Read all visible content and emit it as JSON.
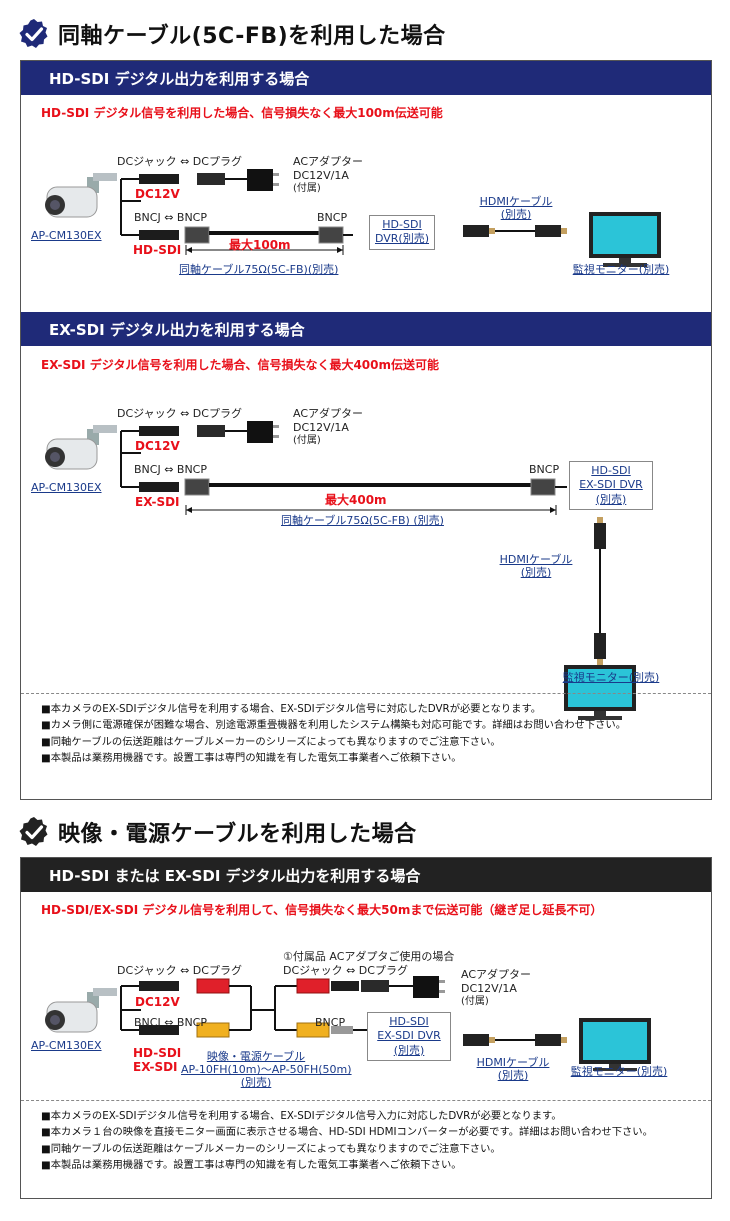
{
  "section1": {
    "heading": "同軸ケーブル(5C-FB)を利用した場合",
    "hdsdi": {
      "bar": "HD-SDI デジタル出力を利用する場合",
      "subtitle": "HD-SDI デジタル信号を利用した場合、信号損失なく最大100m伝送可能",
      "dc_label": "DCジャック ⇔ DCプラグ",
      "ac_adapter": "ACアダプター",
      "ac_spec": "DC12V/1A",
      "ac_included": "(付属)",
      "dc12v": "DC12V",
      "bnc_label": "BNCJ ⇔ BNCP",
      "bncp": "BNCP",
      "hdsdi_tag": "HD-SDI",
      "camera": "AP-CM130EX",
      "distance": "最大100m",
      "coax_cable": "同軸ケーブル75Ω(5C-FB)(別売)",
      "dvr_line1": "HD-SDI",
      "dvr_line2": "DVR(別売)",
      "hdmi_line1": "HDMIケーブル",
      "hdmi_line2": "(別売)",
      "monitor": "監視モニター(別売)"
    },
    "exsdi": {
      "bar": "EX-SDI デジタル出力を利用する場合",
      "subtitle": "EX-SDI デジタル信号を利用した場合、信号損失なく最大400m伝送可能",
      "dc_label": "DCジャック ⇔ DCプラグ",
      "ac_adapter": "ACアダプター",
      "ac_spec": "DC12V/1A",
      "ac_included": "(付属)",
      "dc12v": "DC12V",
      "bnc_label": "BNCJ ⇔ BNCP",
      "bncp": "BNCP",
      "exsdi_tag": "EX-SDI",
      "camera": "AP-CM130EX",
      "distance": "最大400m",
      "coax_cable": "同軸ケーブル75Ω(5C-FB) (別売)",
      "dvr_line1": "HD-SDI",
      "dvr_line2": "EX-SDI DVR",
      "dvr_line3": "(別売)",
      "hdmi_line1": "HDMIケーブル",
      "hdmi_line2": "(別売)",
      "monitor": "監視モニター(別売)"
    },
    "notes": [
      "■本カメラのEX-SDIデジタル信号を利用する場合、EX-SDIデジタル信号に対応したDVRが必要となります。",
      "■カメラ側に電源確保が困難な場合、別途電源重畳機器を利用したシステム構築も対応可能です。詳細はお問い合わせ下さい。",
      "■同軸ケーブルの伝送距離はケーブルメーカーのシリーズによっても異なりますのでご注意下さい。",
      "■本製品は業務用機器です。設置工事は専門の知識を有した電気工事業者へご依頼下さい。"
    ]
  },
  "section2": {
    "heading": "映像・電源ケーブルを利用した場合",
    "bar": "HD-SDI または EX-SDI デジタル出力を利用する場合",
    "subtitle": "HD-SDI/EX-SDI デジタル信号を利用して、信号損失なく最大50mまで伝送可能（継ぎ足し延長不可）",
    "dc_label": "DCジャック ⇔ DCプラグ",
    "dc12v": "DC12V",
    "bnc_label": "BNCJ ⇔ BNCP",
    "sdi_tag1": "HD-SDI",
    "sdi_tag2": "EX-SDI",
    "camera": "AP-CM130EX",
    "included_note": "①付属品 ACアダプタご使用の場合",
    "dc_label2": "DCジャック ⇔ DCプラグ",
    "ac_adapter": "ACアダプター",
    "ac_spec": "DC12V/1A",
    "ac_included": "(付属)",
    "bncp": "BNCP",
    "cable_name": "映像・電源ケーブル",
    "cable_model": "AP-10FH(10m)～AP-50FH(50m)",
    "cable_sold": "(別売)",
    "dvr_line1": "HD-SDI",
    "dvr_line2": "EX-SDI DVR",
    "dvr_line3": "(別売)",
    "hdmi_line1": "HDMIケーブル",
    "hdmi_line2": "(別売)",
    "monitor": "監視モニター(別売)",
    "notes": [
      "■本カメラのEX-SDIデジタル信号を利用する場合、EX-SDIデジタル信号入力に対応したDVRが必要となります。",
      "■本カメラ１台の映像を直接モニター画面に表示させる場合、HD-SDI HDMIコンバーターが必要です。詳細はお問い合わせ下さい。",
      "■同軸ケーブルの伝送距離はケーブルメーカーのシリーズによっても異なりますのでご注意下さい。",
      "■本製品は業務用機器です。設置工事は専門の知識を有した電気工事業者へご依頼下さい。"
    ]
  },
  "colors": {
    "navy_bar": "#1f2a78",
    "dark_bar": "#222222",
    "alert_red": "#e8101a",
    "link_blue": "#1a3a8a",
    "monitor_screen": "#2bc4d8",
    "connector_red": "#e0202a",
    "connector_yellow": "#f0b020"
  }
}
